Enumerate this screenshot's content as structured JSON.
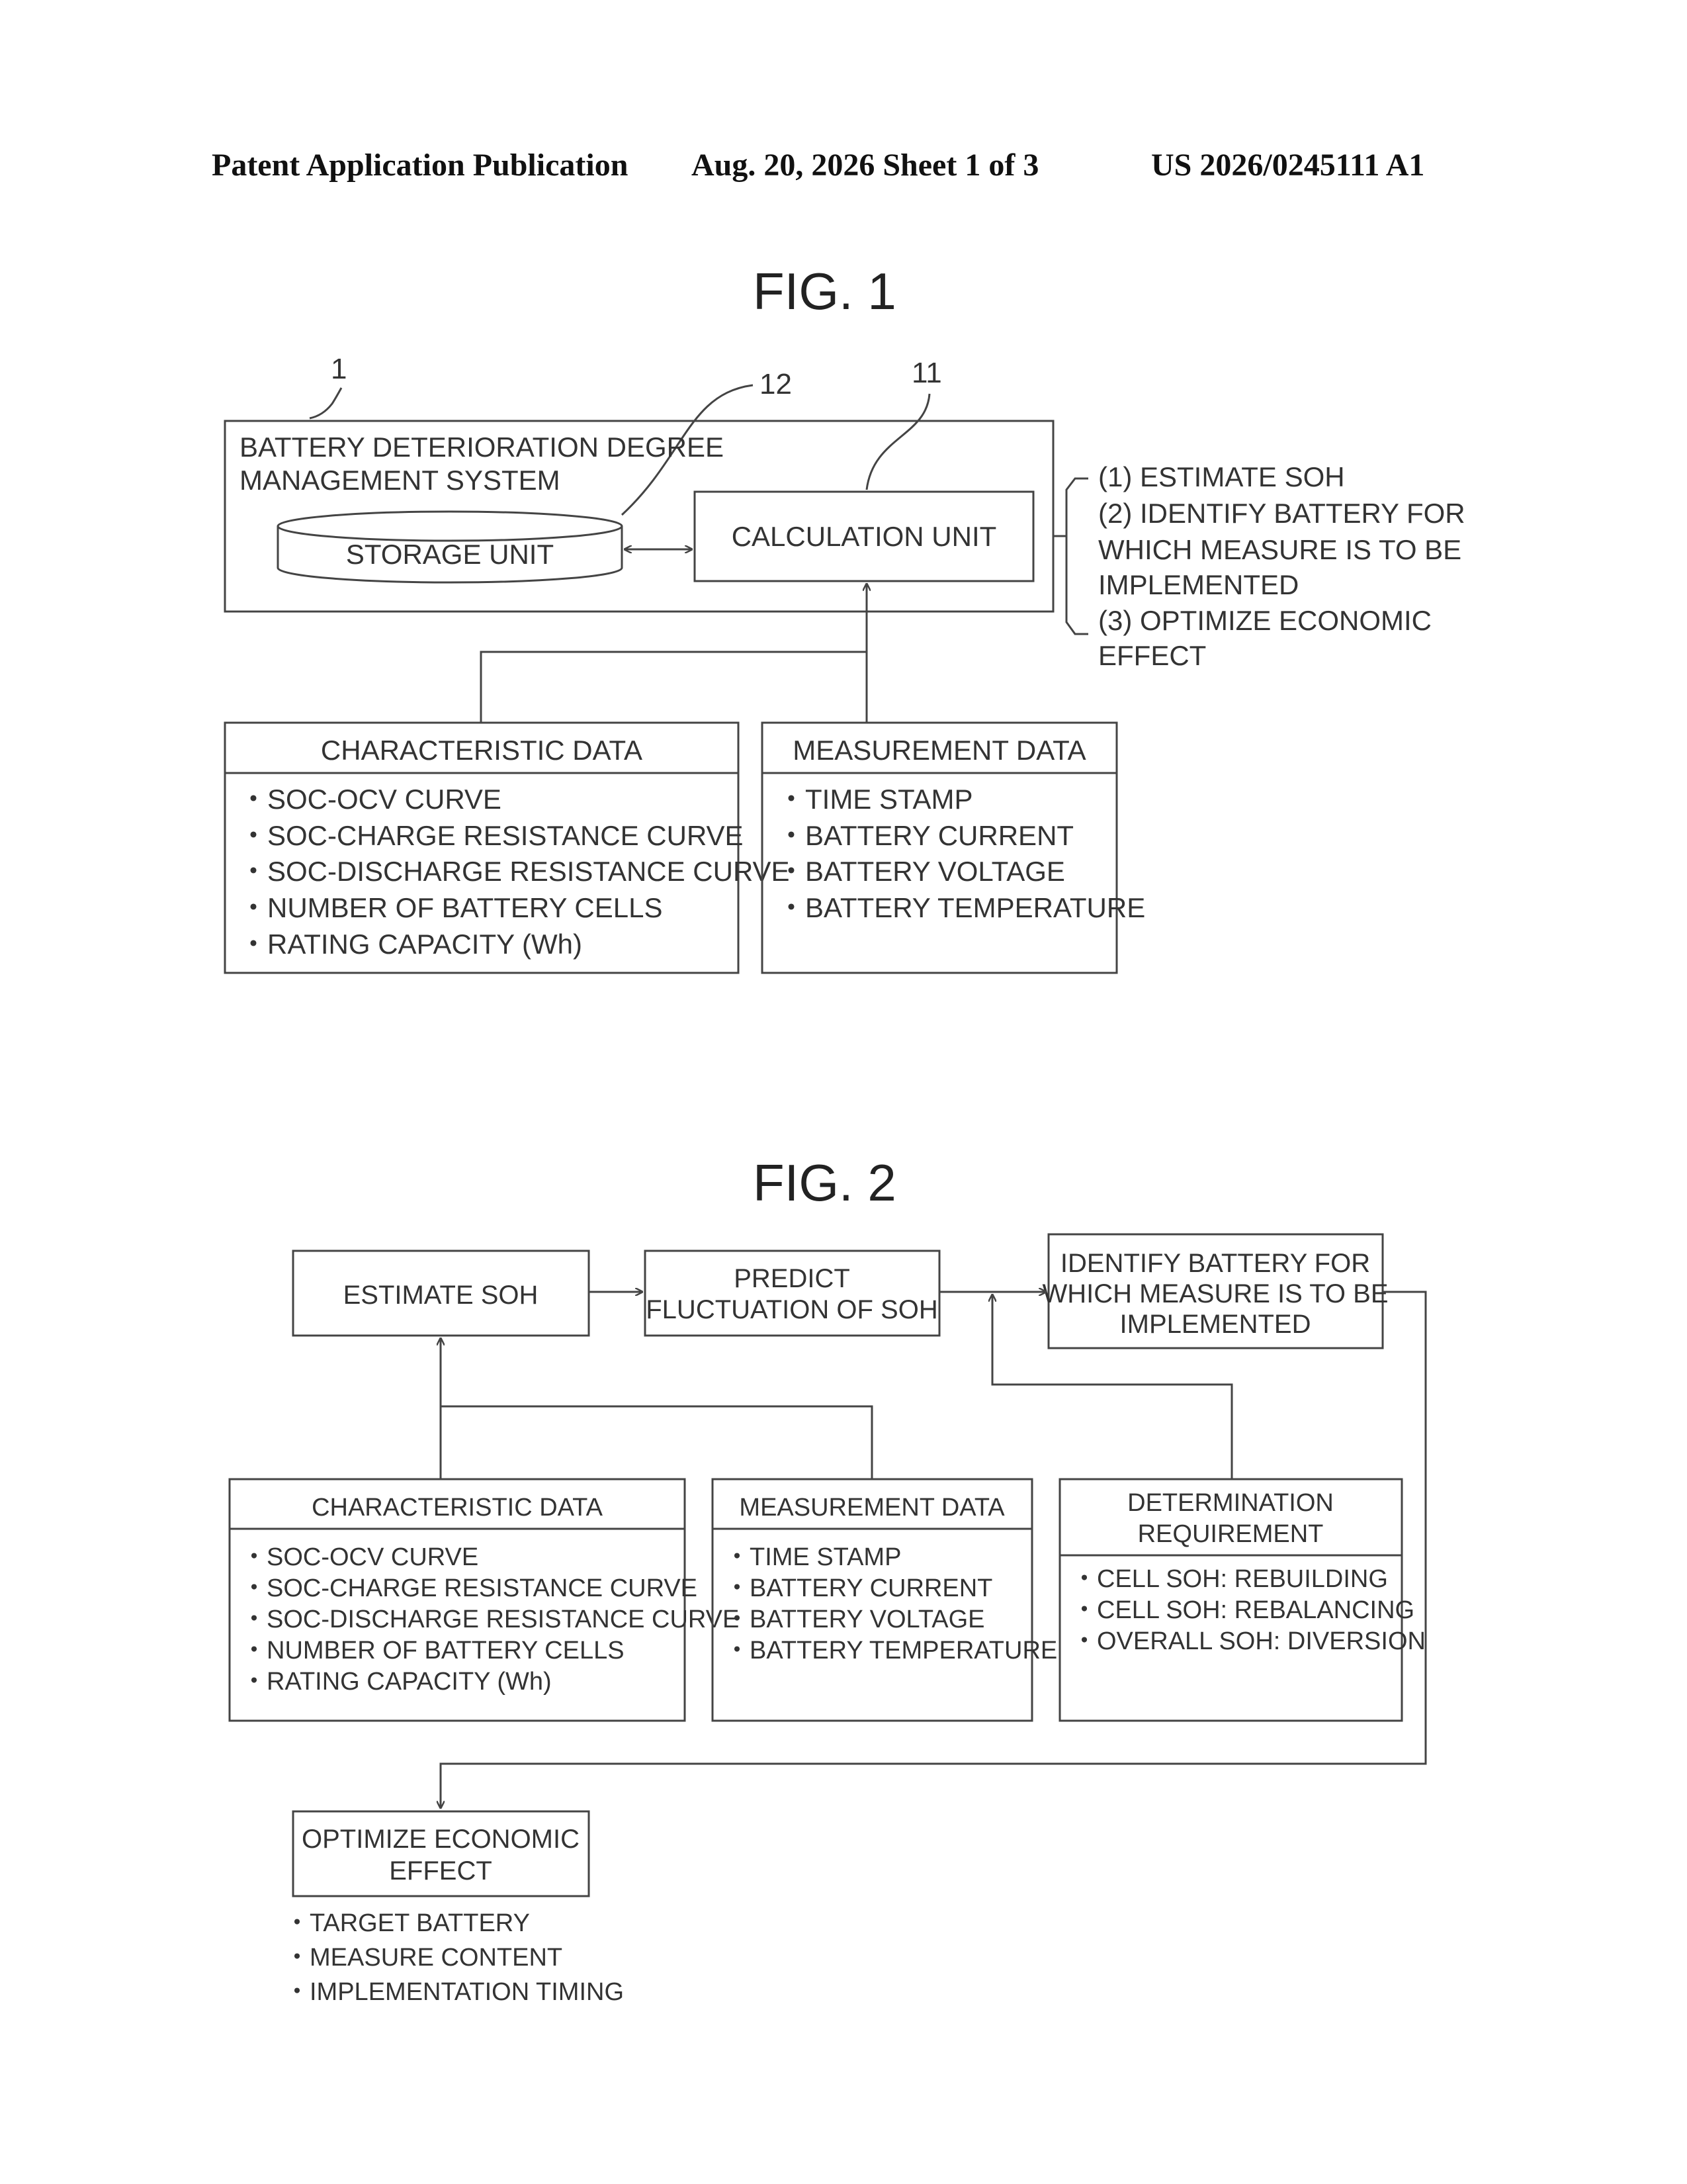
{
  "header": {
    "left": "Patent Application Publication",
    "date_sheet": "Aug. 20, 2026  Sheet 1 of 3",
    "pub_number": "US 2026/0245111 A1"
  },
  "fig1": {
    "title": "FIG. 1",
    "ref_system": "1",
    "ref_storage": "12",
    "ref_calc": "11",
    "system_lines": [
      "BATTERY DETERIORATION DEGREE",
      "MANAGEMENT SYSTEM"
    ],
    "storage_label": "STORAGE UNIT",
    "calc_label": "CALCULATION UNIT",
    "functions": [
      "(1) ESTIMATE SOH",
      "(2) IDENTIFY BATTERY FOR",
      "WHICH MEASURE IS TO BE",
      "IMPLEMENTED",
      "(3) OPTIMIZE ECONOMIC",
      "EFFECT"
    ],
    "char_title": "CHARACTERISTIC DATA",
    "char_items": [
      "・SOC-OCV CURVE",
      "・SOC-CHARGE RESISTANCE CURVE",
      "・SOC-DISCHARGE RESISTANCE CURVE",
      "・NUMBER OF BATTERY CELLS",
      "・RATING CAPACITY (Wh)"
    ],
    "meas_title": "MEASUREMENT DATA",
    "meas_items": [
      "・TIME STAMP",
      "・BATTERY CURRENT",
      "・BATTERY VOLTAGE",
      "・BATTERY TEMPERATURE"
    ]
  },
  "fig2": {
    "title": "FIG. 2",
    "estimate": "ESTIMATE SOH",
    "predict_lines": [
      "PREDICT",
      "FLUCTUATION OF SOH"
    ],
    "identify_lines": [
      "IDENTIFY BATTERY FOR",
      "WHICH MEASURE IS TO BE",
      "IMPLEMENTED"
    ],
    "char_title": "CHARACTERISTIC DATA",
    "char_items": [
      "・SOC-OCV CURVE",
      "・SOC-CHARGE RESISTANCE CURVE",
      "・SOC-DISCHARGE RESISTANCE CURVE",
      "・NUMBER OF BATTERY CELLS",
      "・RATING CAPACITY (Wh)"
    ],
    "meas_title": "MEASUREMENT DATA",
    "meas_items": [
      "・TIME STAMP",
      "・BATTERY CURRENT",
      "・BATTERY VOLTAGE",
      "・BATTERY TEMPERATURE"
    ],
    "det_title_lines": [
      "DETERMINATION",
      "REQUIREMENT"
    ],
    "det_items": [
      "・CELL SOH: REBUILDING",
      "・CELL SOH: REBALANCING",
      "・OVERALL SOH: DIVERSION"
    ],
    "optimize_lines": [
      "OPTIMIZE ECONOMIC",
      "EFFECT"
    ],
    "optimize_items": [
      "・TARGET BATTERY",
      "・MEASURE CONTENT",
      "・IMPLEMENTATION TIMING"
    ]
  }
}
